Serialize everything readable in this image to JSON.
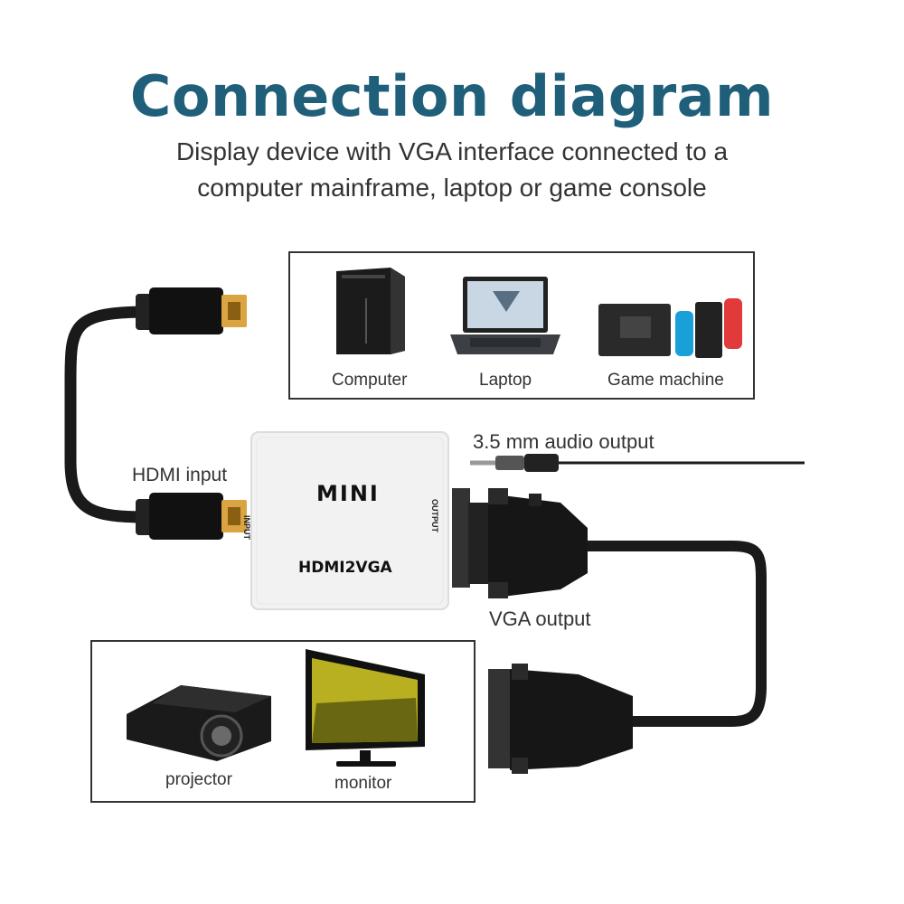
{
  "header": {
    "title": "Connection diagram",
    "subtitle_line1": "Display device with VGA interface connected to a",
    "subtitle_line2": "computer mainframe, laptop or game console"
  },
  "sources": [
    {
      "label": "Computer",
      "icon": "computer-tower-icon"
    },
    {
      "label": "Laptop",
      "icon": "laptop-icon"
    },
    {
      "label": "Game machine",
      "icon": "game-console-icon"
    }
  ],
  "displays": [
    {
      "label": "projector",
      "icon": "projector-icon"
    },
    {
      "label": "monitor",
      "icon": "monitor-icon"
    }
  ],
  "adapter": {
    "brand": "MINI",
    "model": "HDMI2VGA",
    "input_port": "INPUT",
    "output_port": "OUTPUT"
  },
  "callouts": {
    "hdmi_input": "HDMI input",
    "audio_output": "3.5 mm audio output",
    "vga_output": "VGA output"
  },
  "colors": {
    "title": "#1f5f7a",
    "cable": "#1a1a1a",
    "connector_gold": "#d9a441",
    "adapter_body": "#f2f2f2"
  }
}
